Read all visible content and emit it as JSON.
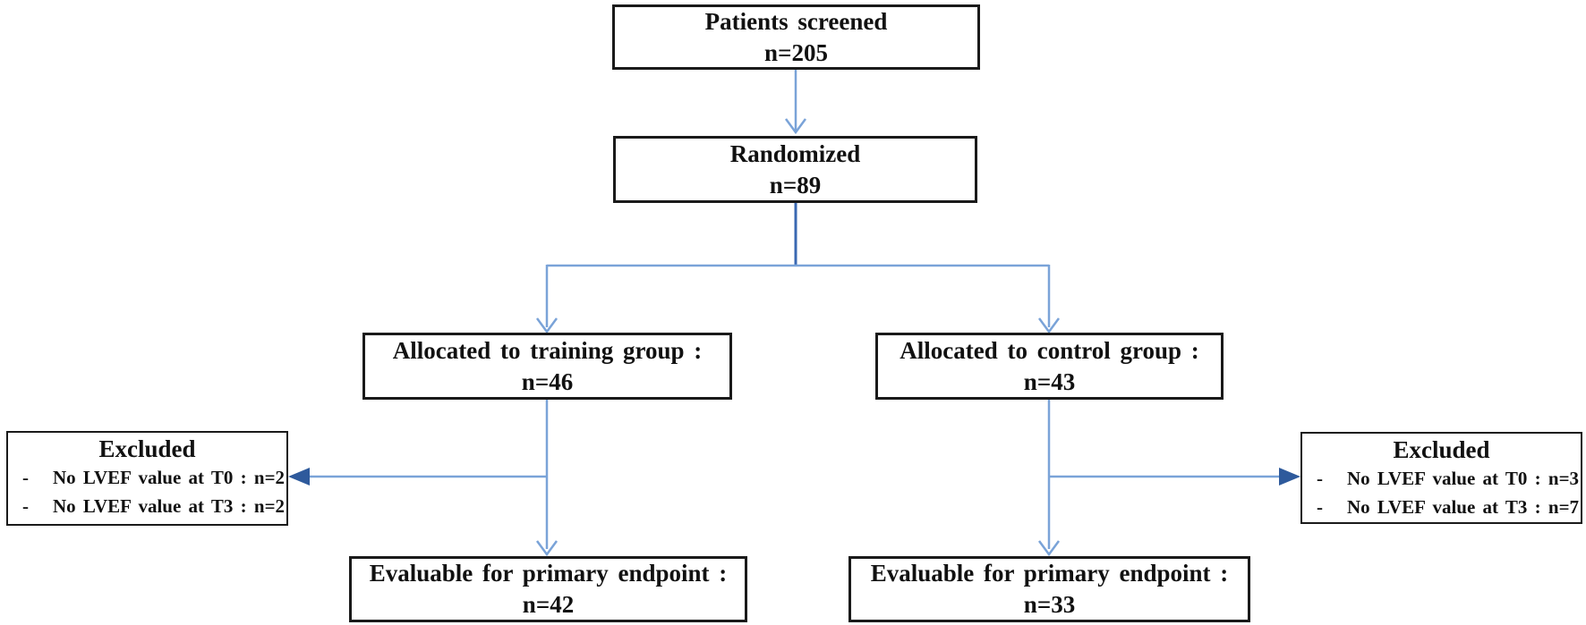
{
  "colors": {
    "line_light": "#7AA3D8",
    "line_stem": "#3A68B2",
    "arrowhead": "#2E5A9C",
    "box_border": "#1A1A1A",
    "text": "#111111"
  },
  "bullet_char": "-",
  "nodes": {
    "screened": {
      "line1": "Patients screened",
      "line2": "n=205"
    },
    "randomized": {
      "line1": "Randomized",
      "line2": "n=89"
    },
    "training": {
      "line1": "Allocated to training group :",
      "line2": "n=46"
    },
    "control": {
      "line1": "Allocated to control group :",
      "line2": "n=43"
    },
    "excluded_left": {
      "title": "Excluded",
      "items": [
        "No LVEF value at T0 : n=2",
        "No LVEF value at T3 : n=2"
      ]
    },
    "excluded_right": {
      "title": "Excluded",
      "items": [
        "No LVEF value at T0 : n=3",
        "No LVEF value at T3 : n=7"
      ]
    },
    "evaluable_left": {
      "line1": "Evaluable for primary endpoint :",
      "line2": "n=42"
    },
    "evaluable_right": {
      "line1": "Evaluable for primary endpoint :",
      "line2": "n=33"
    }
  }
}
